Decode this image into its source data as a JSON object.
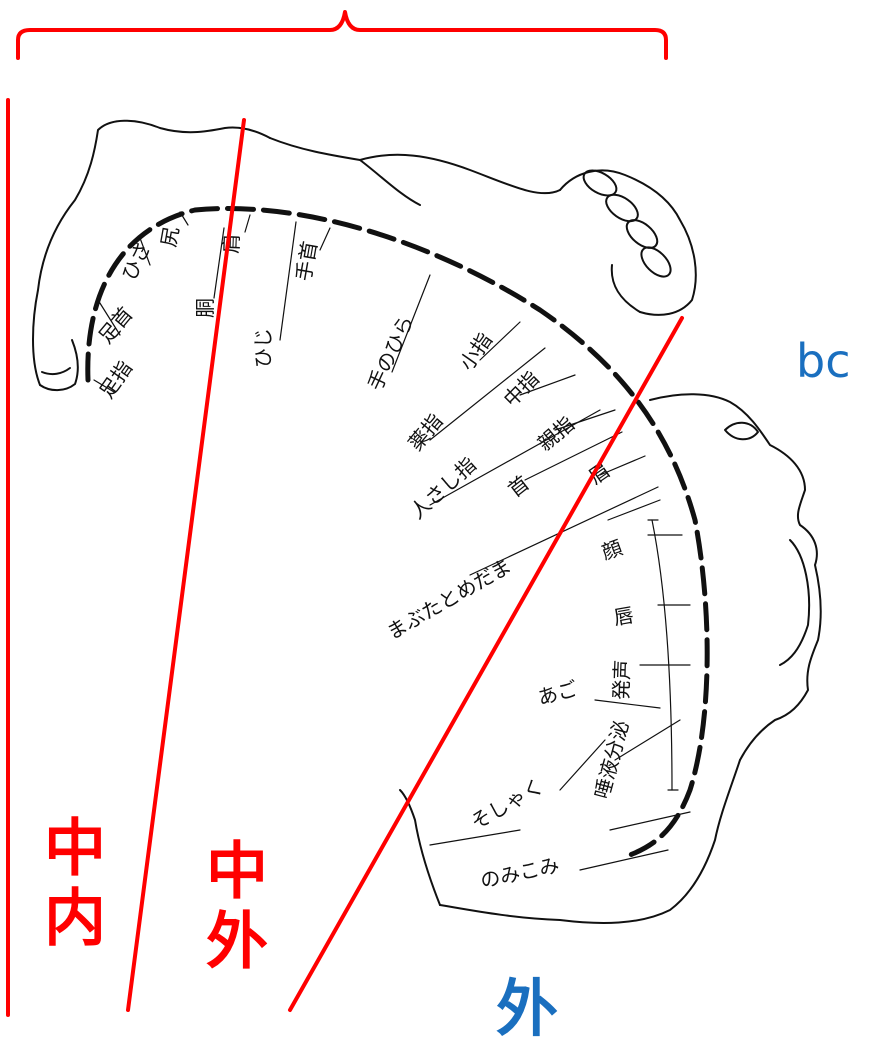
{
  "colors": {
    "red": "#ff0000",
    "blue": "#1a6fbf",
    "ink": "#111111"
  },
  "tag": "bc",
  "zones": {
    "inner_middle": "中内",
    "outer_middle": "中外",
    "outer": "外"
  },
  "body_parts": [
    "足指",
    "足首",
    "ひざ",
    "尻",
    "胴",
    "肩",
    "ひじ",
    "手首",
    "手のひら",
    "小指",
    "薬指",
    "中指",
    "人さし指",
    "親指",
    "首",
    "眉",
    "まぶたとめだま",
    "顔",
    "唇",
    "発声",
    "あご",
    "唾液分泌",
    "そしゃく",
    "のみこみ"
  ]
}
